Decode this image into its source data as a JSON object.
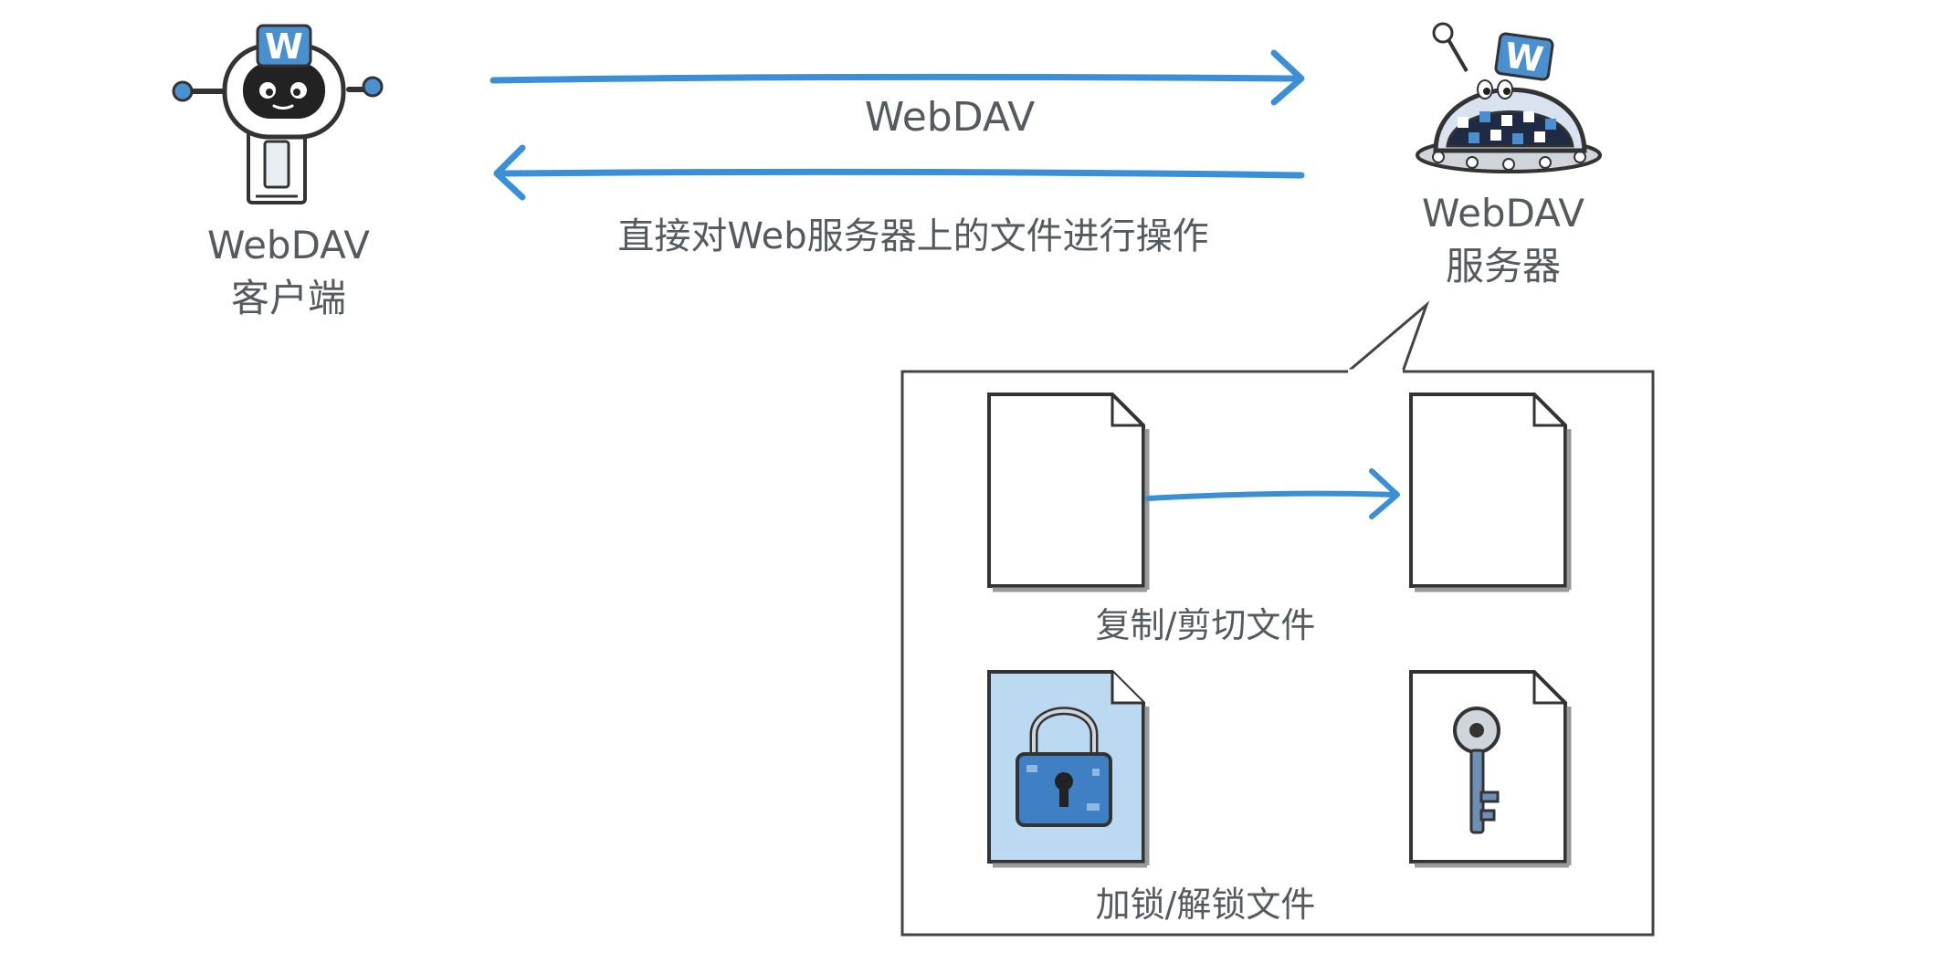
{
  "protocol_label": "WebDAV",
  "description": "直接对Web服务器上的文件进行操作",
  "client": {
    "line1": "WebDAV",
    "line2": "客户端"
  },
  "server": {
    "line1": "WebDAV",
    "line2": "服务器",
    "badge_letter": "W"
  },
  "client_badge_letter": "W",
  "operations": {
    "copy_cut": "复制/剪切文件",
    "lock_unlock": "加锁/解锁文件"
  },
  "colors": {
    "arrow_blue": "#3a8fd6",
    "text_gray": "#555a5e",
    "lock_fill": "#bcd9f2",
    "robot_blue": "#4a8fd0",
    "outline": "#333333"
  },
  "icons": [
    "client-robot-icon",
    "server-robot-icon",
    "file-icon",
    "lock-icon",
    "key-icon"
  ]
}
